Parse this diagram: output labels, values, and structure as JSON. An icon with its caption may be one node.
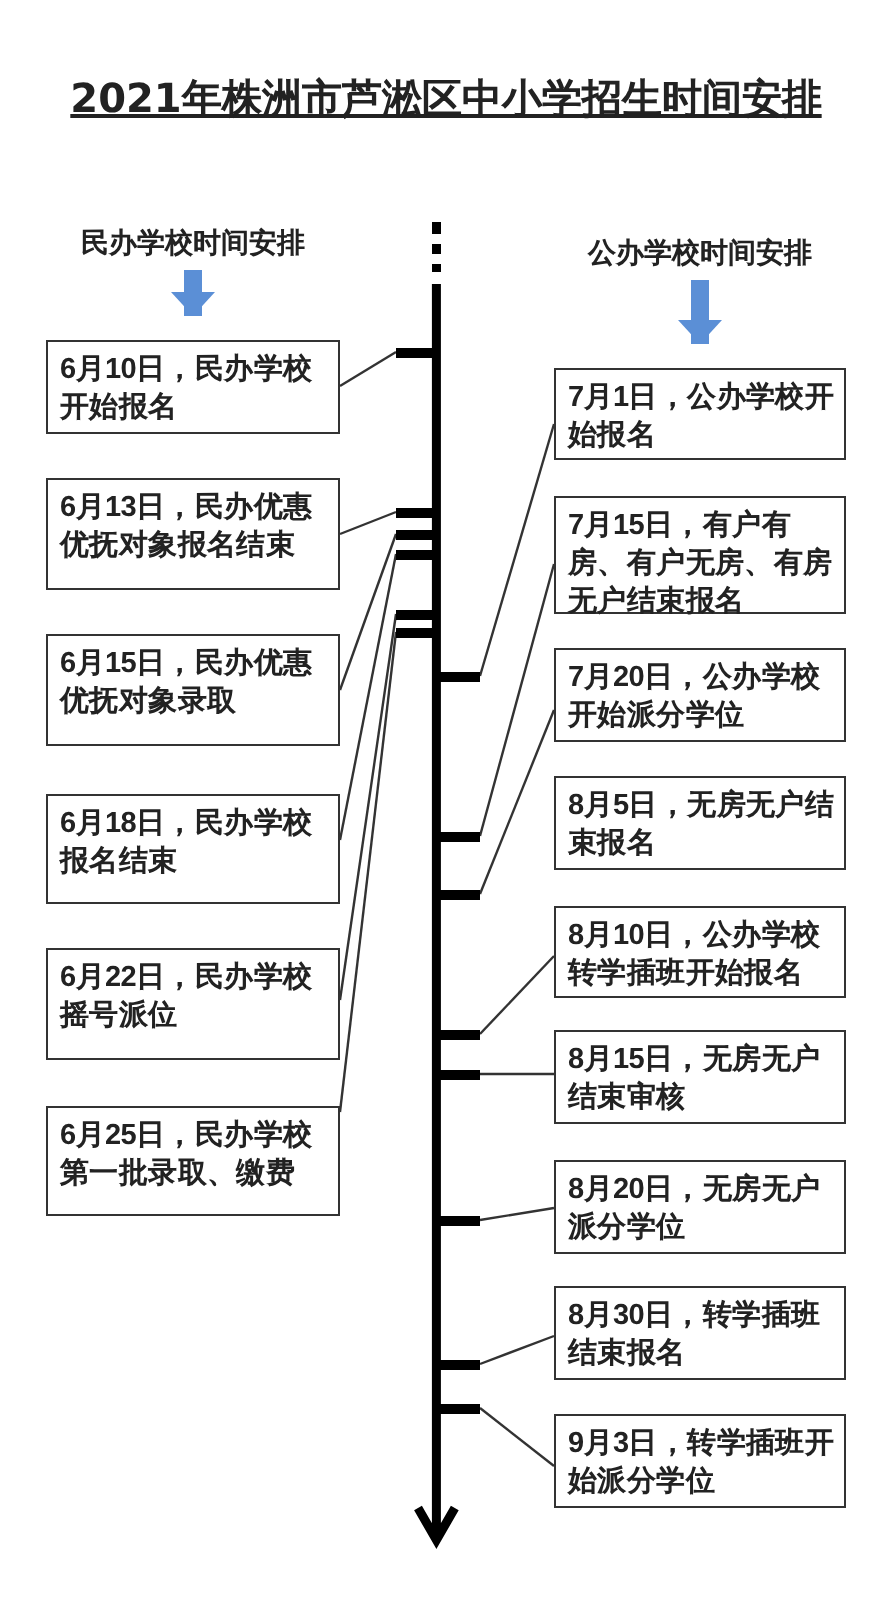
{
  "diagram": {
    "title": "2021年株洲市芦淞区中小学招生时间安排",
    "nodes": [
      {
        "text": [
          "民办学校时间安排"
        ]
      },
      {
        "text": [
          "公办学校时间安排"
        ]
      },
      {
        "text": [
          "6月10日，民办学校开始报名"
        ]
      },
      {
        "text": [
          "6月13日，民办优惠优抚对象报名结束"
        ]
      },
      {
        "text": [
          "6月15日，民办优惠优抚对象录取"
        ]
      },
      {
        "text": [
          "6月18日，民办学校报名结束"
        ]
      },
      {
        "text": [
          "6月22日，民办学校摇号派位"
        ]
      },
      {
        "text": [
          "6月25日，民办学校第一批录取、缴费"
        ]
      },
      {
        "text": [
          "7月1日，公办学校开始报名"
        ]
      },
      {
        "text": [
          "7月15日，有户有房、有户无房、有房无户结束报名"
        ]
      },
      {
        "text": [
          "7月20日，公办学校开始派分学位"
        ]
      },
      {
        "text": [
          "8月5日，无房无户结束报名"
        ]
      },
      {
        "text": [
          "8月10日，公办学校转学插班开始报名"
        ]
      },
      {
        "text": [
          "8月15日，无房无户结束审核"
        ]
      },
      {
        "text": [
          "8月20日，无房无户派分学位"
        ]
      },
      {
        "text": [
          "8月30日，转学插班结束报名"
        ]
      },
      {
        "text": [
          "9月3日，转学插班开始派分学位"
        ]
      },
      {
        "text": [],
        "shape": "bar"
      },
      {
        "text": [],
        "shape": "bar"
      },
      {
        "text": [],
        "shape": "bar"
      },
      {
        "text": [],
        "shape": "bar"
      },
      {
        "text": [],
        "shape": "bar"
      },
      {
        "text": [],
        "shape": "bar"
      },
      {
        "text": [],
        "shape": "bar"
      },
      {
        "text": [],
        "shape": "bar"
      },
      {
        "text": [],
        "shape": "bar"
      },
      {
        "text": [],
        "shape": "bar"
      },
      {
        "text": [],
        "shape": "bar"
      },
      {
        "text": [],
        "shape": "bar"
      },
      {
        "text": [],
        "shape": "bar"
      },
      {
        "text": [],
        "shape": "bar"
      }
    ],
    "edges": [
      {
        "from": 0,
        "to": 2,
        "arrow": "to",
        "style": "thick",
        "color": "#5b8fd6"
      },
      {
        "from": 1,
        "to": 8,
        "arrow": "to",
        "style": "thick",
        "color": "#5b8fd6"
      },
      {
        "from": 2,
        "to": 17,
        "arrow": "none"
      },
      {
        "from": 3,
        "to": 18,
        "arrow": "none"
      },
      {
        "from": 4,
        "to": 19,
        "arrow": "none"
      },
      {
        "from": 5,
        "to": 20,
        "arrow": "none"
      },
      {
        "from": 6,
        "to": 21,
        "arrow": "none"
      },
      {
        "from": 7,
        "to": 22,
        "arrow": "none"
      },
      {
        "from": 8,
        "to": 23,
        "arrow": "none"
      },
      {
        "from": 9,
        "to": 24,
        "arrow": "none"
      },
      {
        "from": 10,
        "to": 25,
        "arrow": "none"
      },
      {
        "from": 12,
        "to": 26,
        "arrow": "none"
      },
      {
        "from": 13,
        "to": 27,
        "arrow": "none"
      },
      {
        "from": 14,
        "to": 28,
        "arrow": "none"
      },
      {
        "from": 15,
        "to": 29,
        "arrow": "none"
      },
      {
        "from": 16,
        "to": 30,
        "arrow": "none"
      }
    ]
  }
}
